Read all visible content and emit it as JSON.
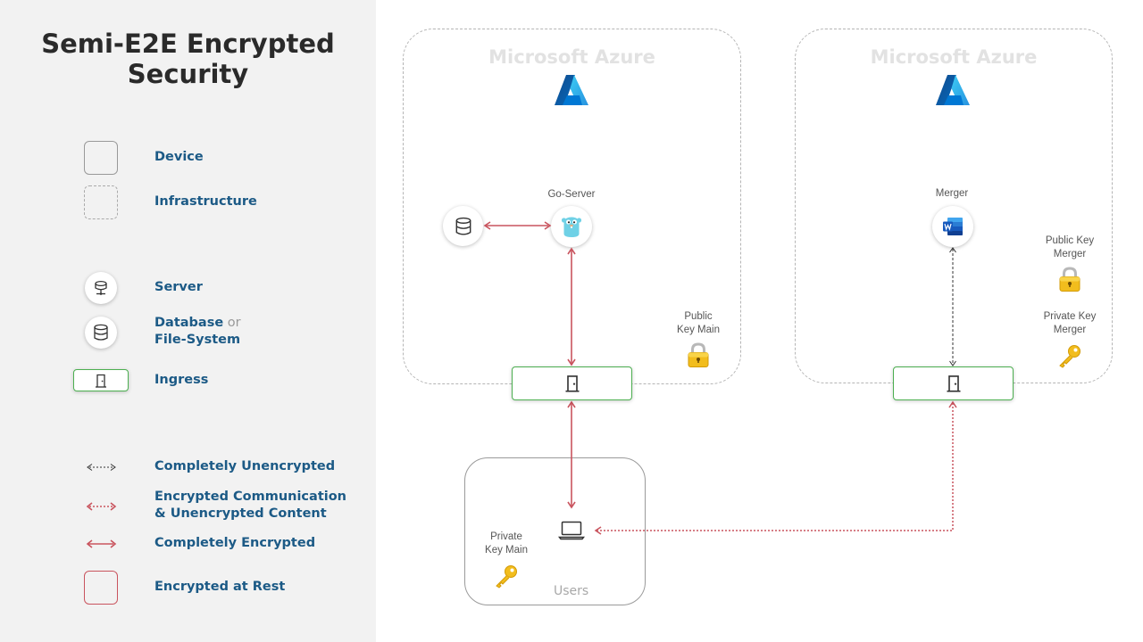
{
  "title_line1": "Semi-E2E Encrypted",
  "title_line2": "Security",
  "legend": {
    "device": "Device",
    "infrastructure": "Infrastructure",
    "server": "Server",
    "database": "Database",
    "database_or": " or",
    "file_system": "File-System",
    "ingress": "Ingress",
    "unencrypted": "Completely Unencrypted",
    "enc_comm_line1": "Encrypted Communication",
    "enc_comm_line2": "& Unencrypted Content",
    "encrypted": "Completely Encrypted",
    "at_rest": "Encrypted at Rest"
  },
  "azure_left": {
    "title": "Microsoft Azure",
    "go_server_label": "Go-Server",
    "pubkey_line1": "Public",
    "pubkey_line2": "Key Main"
  },
  "azure_right": {
    "title": "Microsoft Azure",
    "merger_label": "Merger",
    "pubkey_line1": "Public Key",
    "pubkey_line2": "Merger",
    "privkey_line1": "Private Key",
    "privkey_line2": "Merger"
  },
  "users": {
    "title": "Users",
    "privkey_line1": "Private",
    "privkey_line2": "Key Main"
  },
  "colors": {
    "encrypted": "#c9545e",
    "ingress_border": "#4caf50",
    "legend_text": "#1c5a86",
    "azure_dark": "#0a5cb4",
    "azure_light": "#36b3ee"
  },
  "icons": [
    "azure-logo-icon",
    "database-icon",
    "gopher-icon",
    "word-icon",
    "door-icon",
    "laptop-icon",
    "lock-icon",
    "key-icon",
    "server-icon"
  ]
}
